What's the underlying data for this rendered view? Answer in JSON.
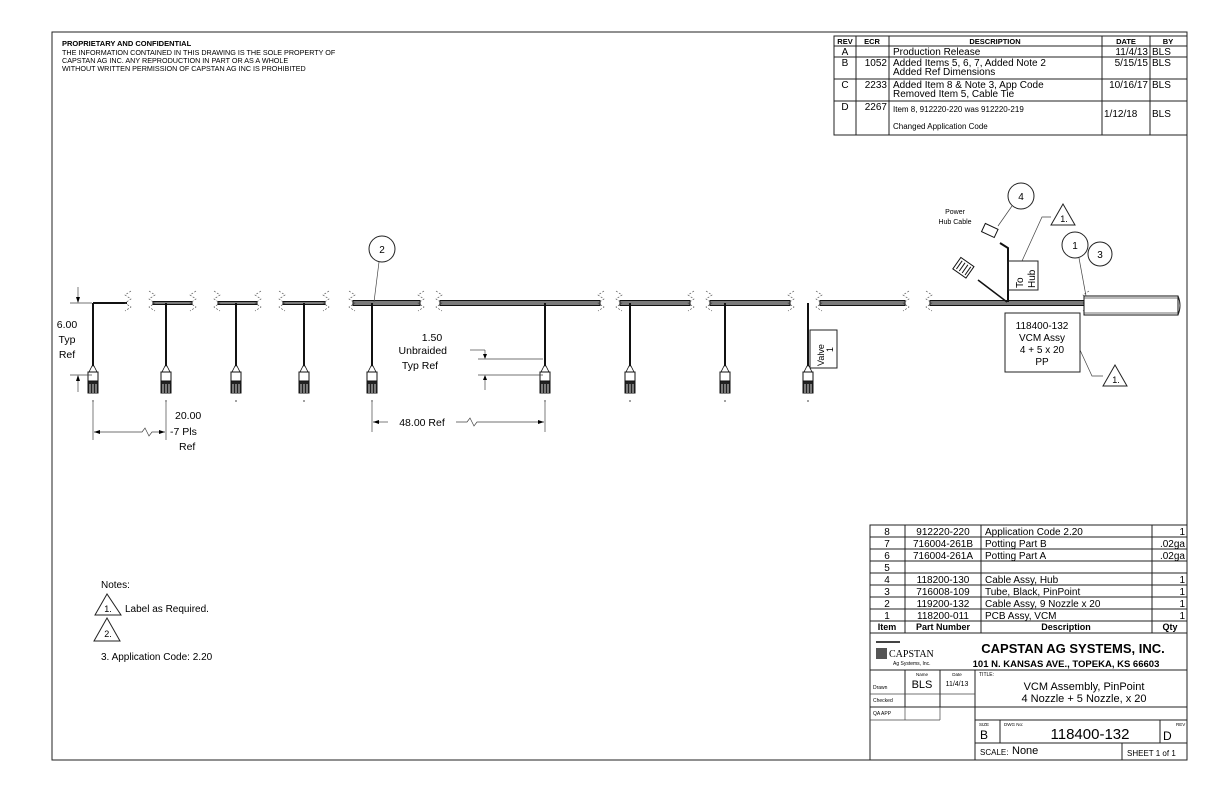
{
  "header": {
    "title": "PROPRIETARY AND CONFIDENTIAL",
    "lines": [
      "THE INFORMATION CONTAINED IN THIS DRAWING IS THE SOLE PROPERTY OF",
      "CAPSTAN AG INC. ANY REPRODUCTION IN PART OR AS A WHOLE",
      "WITHOUT WRITTEN PERMISSION OF CAPSTAN AG INC IS PROHIBITED"
    ]
  },
  "revisions": {
    "headers": [
      "REV",
      "ECR",
      "DESCRIPTION",
      "DATE",
      "BY"
    ],
    "rows": [
      {
        "rev": "A",
        "ecr": "",
        "desc1": "Production Release",
        "desc2": "",
        "date": "11/4/13",
        "by": "BLS"
      },
      {
        "rev": "B",
        "ecr": "1052",
        "desc1": "Added Items 5, 6, 7, Added Note 2",
        "desc2": "Added Ref Dimensions",
        "date": "5/15/15",
        "by": "BLS"
      },
      {
        "rev": "C",
        "ecr": "2233",
        "desc1": "Added Item 8 & Note 3, App Code",
        "desc2": "Removed Item 5, Cable Tie",
        "date": "10/16/17",
        "by": "BLS"
      },
      {
        "rev": "D",
        "ecr": "2267",
        "desc1": "Item 8, 912220-220 was 912220-219",
        "desc2": "Changed Application Code",
        "date": "1/12/18",
        "by": "BLS"
      }
    ]
  },
  "drawing": {
    "balloons": {
      "b1": "1",
      "b2": "2",
      "b3": "3",
      "b4": "4"
    },
    "flag_note": "1.",
    "power_hub_cable": [
      "Power",
      "Hub Cable"
    ],
    "to_hub": [
      "To",
      "Hub"
    ],
    "vcm_label": [
      "118400-132",
      "VCM Assy",
      "4 + 5 x 20",
      "PP"
    ],
    "valve_label": [
      "Valve",
      "1"
    ],
    "dim_drop": [
      "6.00",
      "Typ",
      "Ref"
    ],
    "dim_spacing": [
      "20.00",
      "-7 Pls",
      "Ref"
    ],
    "dim_unbraided": [
      "1.50",
      "Unbraided",
      "Typ Ref"
    ],
    "dim_long": "48.00 Ref"
  },
  "notes": {
    "title": "Notes:",
    "n1_flag": "1.",
    "n1_text": "Label as Required.",
    "n2_flag": "2.",
    "n3_text": "3. Application Code: 2.20"
  },
  "bom": {
    "headers": [
      "Item",
      "Part Number",
      "Description",
      "Qty"
    ],
    "rows": [
      {
        "item": "8",
        "part": "912220-220",
        "desc": "Application Code 2.20",
        "qty": "1"
      },
      {
        "item": "7",
        "part": "716004-261B",
        "desc": "Potting Part B",
        "qty": ".02ga"
      },
      {
        "item": "6",
        "part": "716004-261A",
        "desc": "Potting Part A",
        "qty": ".02ga"
      },
      {
        "item": "5",
        "part": "",
        "desc": "",
        "qty": ""
      },
      {
        "item": "4",
        "part": "118200-130",
        "desc": "Cable Assy, Hub",
        "qty": "1"
      },
      {
        "item": "3",
        "part": "716008-109",
        "desc": "Tube, Black, PinPoint",
        "qty": "1"
      },
      {
        "item": "2",
        "part": "119200-132",
        "desc": "Cable Assy, 9 Nozzle x 20",
        "qty": "1"
      },
      {
        "item": "1",
        "part": "118200-011",
        "desc": "PCB Assy, VCM",
        "qty": "1"
      }
    ]
  },
  "title_block": {
    "logo_text": "CAPSTAN",
    "logo_sub": "Ag Systems, Inc.",
    "company": "CAPSTAN AG SYSTEMS, INC.",
    "address": "101 N. KANSAS AVE., TOPEKA, KS 66603",
    "name_hdr": "Name",
    "date_hdr": "Date",
    "drawn_lbl": "Drawn",
    "drawn_name": "BLS",
    "drawn_date": "11/4/13",
    "checked_lbl": "Checked",
    "qa_lbl": "QA APP",
    "title_lbl": "TITLE:",
    "title1": "VCM Assembly, PinPoint",
    "title2": "4 Nozzle + 5 Nozzle, x 20",
    "size_lbl": "SIZE",
    "size": "B",
    "dwg_lbl": "DWG No:",
    "dwg_no": "118400-132",
    "rev_lbl": "REV",
    "rev": "D",
    "scale_lbl": "SCALE:",
    "scale": "None",
    "sheet": "SHEET 1 of 1"
  }
}
